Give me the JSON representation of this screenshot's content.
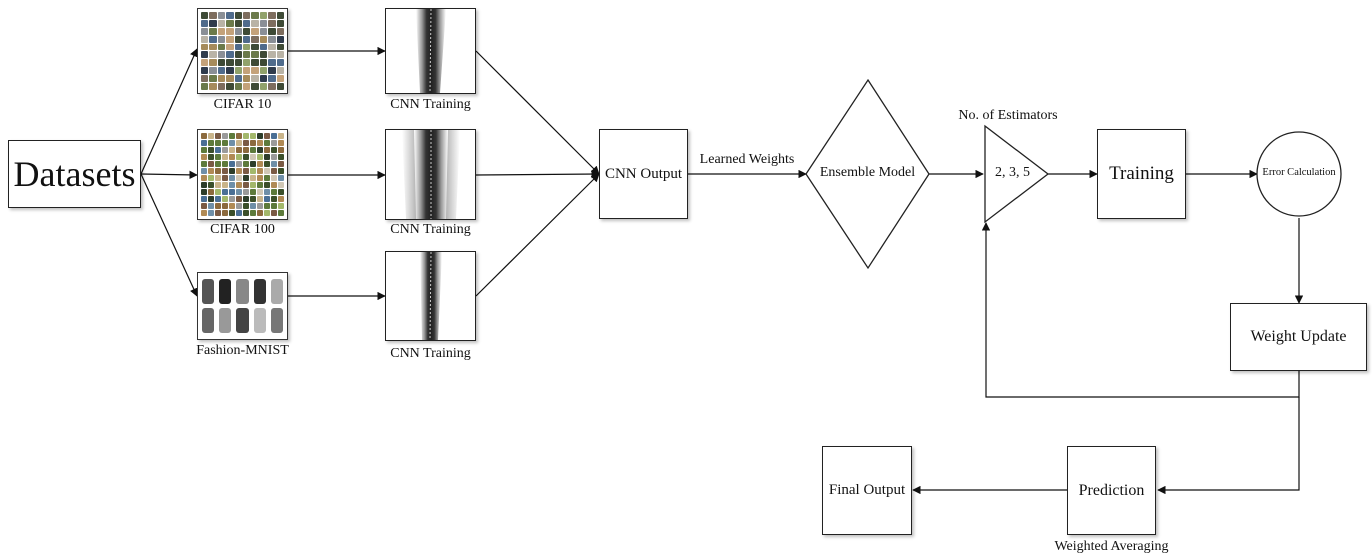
{
  "datasets_label": "Datasets",
  "datasets": [
    {
      "name": "CIFAR 10",
      "icon": "cifar10-thumbnail-icon"
    },
    {
      "name": "CIFAR 100",
      "icon": "cifar100-thumbnail-icon"
    },
    {
      "name": "Fashion-MNIST",
      "icon": "fashion-mnist-thumbnail-icon"
    }
  ],
  "cnn_training": [
    "CNN Training",
    "CNN Training",
    "CNN Training"
  ],
  "cnn_output": "CNN Output",
  "learned_weights": "Learned Weights",
  "ensemble_model": "Ensemble Model",
  "no_of_estimators": "No. of Estimators",
  "estimators_values": "2, 3, 5",
  "training": "Training",
  "error_calculation": "Error Calculation",
  "weight_update": "Weight Update",
  "prediction": "Prediction",
  "weighted_averaging": "Weighted Averaging",
  "final_output": "Final Output",
  "colors": {
    "line": "#111111",
    "border": "#222222",
    "background": "#ffffff"
  }
}
